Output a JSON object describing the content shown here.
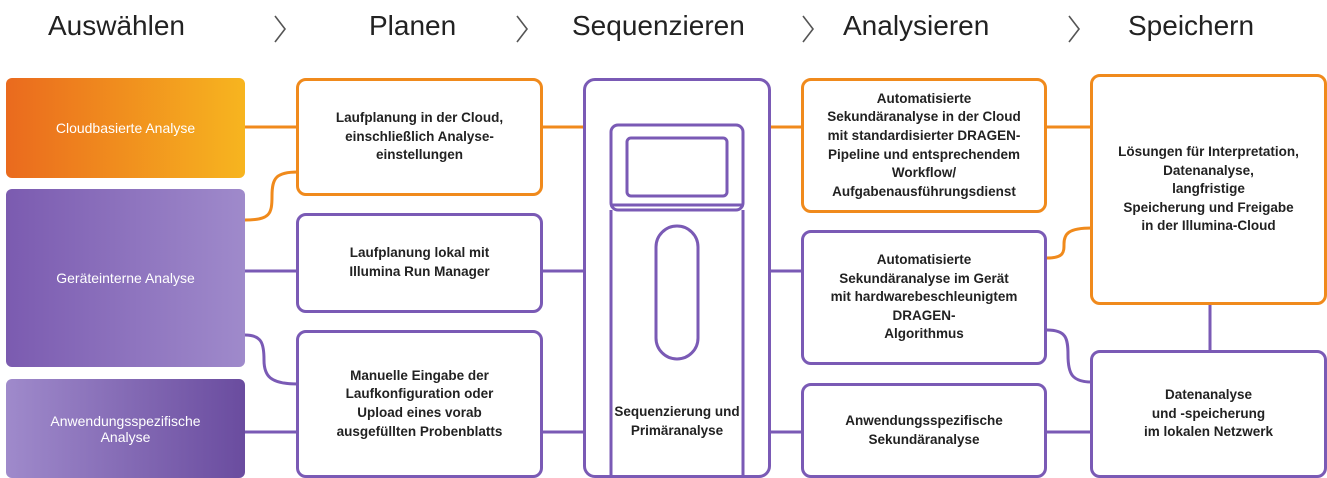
{
  "stages": [
    "Auswählen",
    "Planen",
    "Sequenzieren",
    "Analysieren",
    "Speichern"
  ],
  "select": {
    "cloud": "Cloudbasierte Analyse",
    "device": "Geräteinterne Analyse",
    "app": "Anwendungsspezifische\nAnalyse"
  },
  "plan": {
    "cloud": "Laufplanung in der Cloud,\neinschließlich Analyse-\neinstellungen",
    "local": "Laufplanung lokal mit\nIllumina Run Manager",
    "manual": "Manuelle Eingabe der\nLaufkonfiguration oder\nUpload eines vorab\nausgefüllten Probenblatts"
  },
  "sequence": {
    "label": "Sequenzierung und\nPrimäranalyse"
  },
  "analyze": {
    "cloud": "Automatisierte\nSekundäranalyse in der Cloud\nmit standardisierter DRAGEN-\nPipeline und entsprechendem\nWorkflow/\nAufgabenausführungsdienst",
    "device": "Automatisierte\nSekundäranalyse im Gerät\nmit hardwarebeschleunigtem\nDRAGEN-\nAlgorithmus",
    "app": "Anwendungsspezifische\nSekundäranalyse"
  },
  "store": {
    "cloud": "Lösungen für Interpretation,\nDatenanalyse,\nlangfristige\nSpeicherung und Freigabe\nin der Illumina-Cloud",
    "local": "Datenanalyse\nund -speicherung\nim lokalen Netzwerk"
  },
  "colors": {
    "orange": "#f08a1c",
    "purple": "#7a5ab5",
    "chevron": "#555555"
  }
}
